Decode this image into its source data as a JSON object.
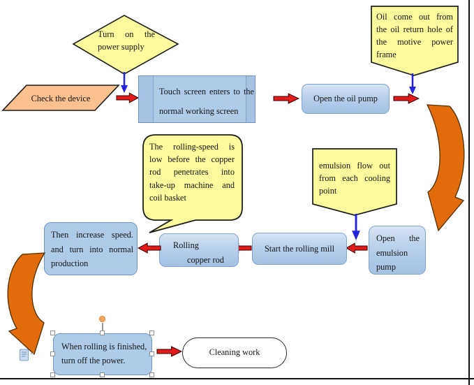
{
  "colors": {
    "callout_fill": "#FBFB9D",
    "callout_stroke": "#1C1C1C",
    "parallelogram_fill": "#FAC090",
    "box_fill": "#AECBE8",
    "box_border": "#6E93BE",
    "red_arrow_fill": "#E51A1A",
    "red_arrow_stroke": "#2B0000",
    "blue_arrow": "#2424DE",
    "orange_arrow_fill": "#E36C0A",
    "orange_arrow_stroke": "#4D3000",
    "rotation_handle_fill": "#F9A765",
    "page_border": "#111111"
  },
  "nodes": {
    "power_decision": {
      "lines": [
        "Turn on the",
        "power supply"
      ]
    },
    "check_device": {
      "text": "Check the device"
    },
    "touch_screen": {
      "lines": [
        "Touch screen enters to the",
        "normal working screen"
      ]
    },
    "open_oil_pump": {
      "text": "Open the oil pump"
    },
    "open_emulsion_pump": {
      "lines": [
        "Open the",
        "emulsion",
        "pump"
      ]
    },
    "start_rolling_mill": {
      "text": "Start the rolling mill"
    },
    "rolling_copper_rod": {
      "lines": [
        "Rolling",
        "copper rod"
      ]
    },
    "then_increase": {
      "lines": [
        "Then increase speed.",
        "and turn into normal",
        "production"
      ]
    },
    "when_finished": {
      "lines": [
        "When rolling is finished,",
        "turn off the power."
      ]
    },
    "cleaning_work": {
      "text": "Cleaning work"
    }
  },
  "callouts": {
    "oil_return": {
      "lines": [
        "Oil come out from",
        "the oil return hole of",
        "the motive power",
        "frame"
      ]
    },
    "emulsion_flow": {
      "lines": [
        "emulsion flow out",
        "from each cooling",
        "point"
      ]
    },
    "rolling_speed": {
      "lines": [
        "The rolling-speed is",
        "low before the copper",
        "rod penetrates into",
        "take-up machine and",
        "coil basket"
      ]
    }
  }
}
